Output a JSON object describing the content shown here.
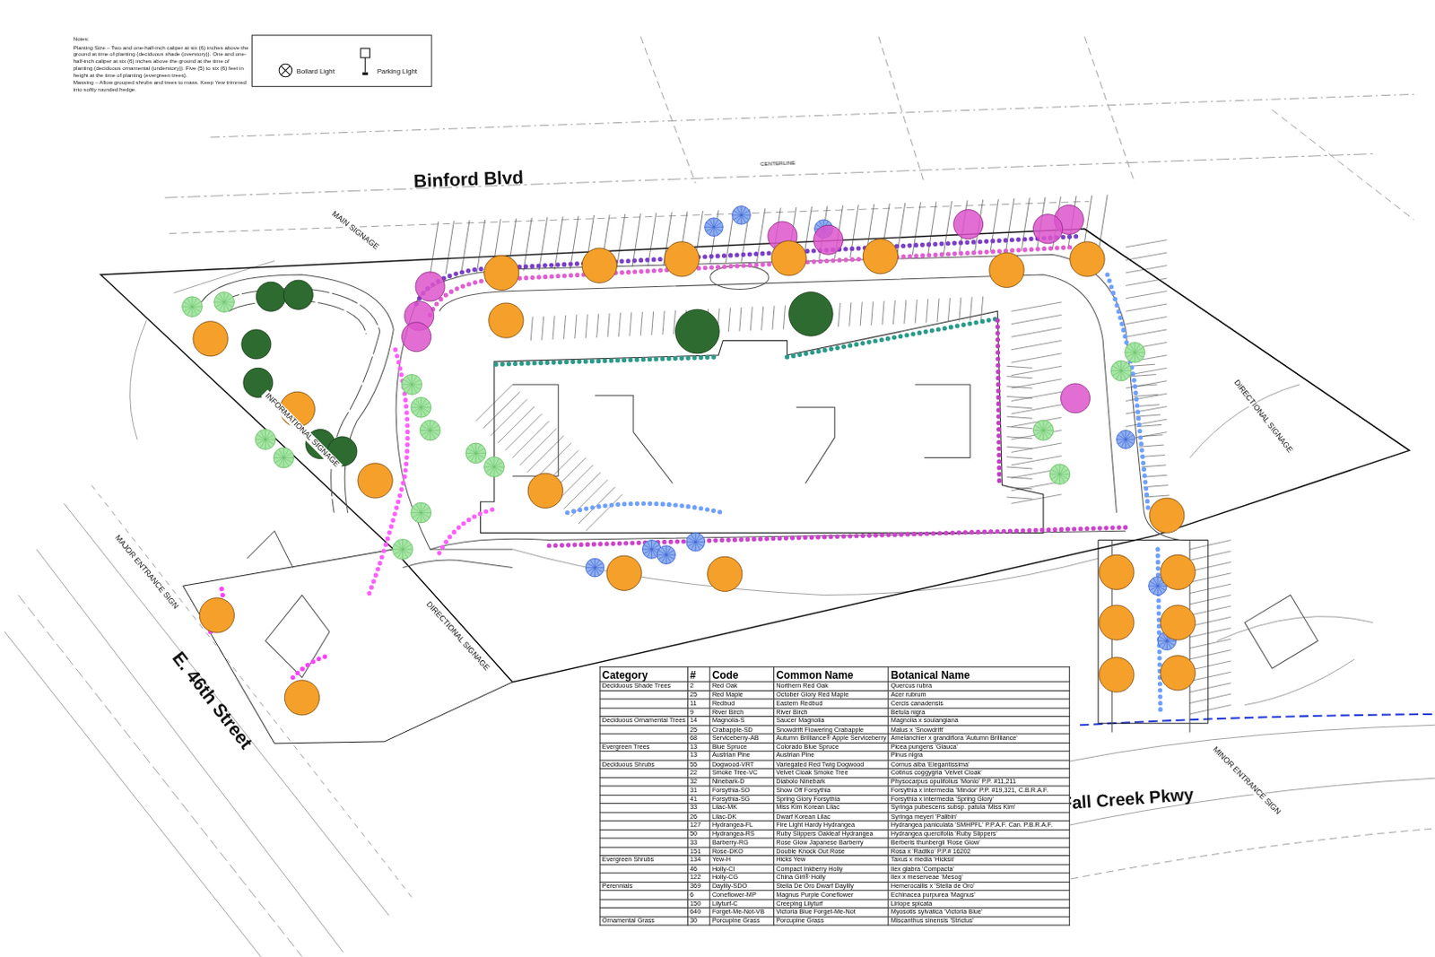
{
  "diagram": {
    "labels": [
      "Notes:",
      "Planting Size – Two and one-half-inch caliper at six (6) inches above the ground at time of planting (deciduous shade (overstory)). One and one-half-inch caliper at six (6) inches above the ground at the time of planting (deciduous ornamental (understory)). Five (5) to six (6) feet in height at the time of planting (evergreen trees).",
      "Massing – Allow grouped shrubs and trees to mass. Keep Yew trimmed into softly rounded hedge.",
      "CENTERLINE",
      "Binford Blvd",
      "MAIN SIGNAGE",
      "INFORMATIONAL SIGNAGE",
      "MAJOR ENTRANCE SIGN",
      "E. 46th Street",
      "DIRECTIONAL SIGNAGE",
      "DIRECTIONAL SIGNAGE",
      "MINOR ENTRANCE SIGN",
      "Fall Creek Pkwy",
      "Category",
      "#",
      "Code",
      "Common Name",
      "Botanical Name",
      "Deciduous Shade Trees",
      "2",
      "Red Oak",
      "Northern Red Oak",
      "Quercus rubra",
      "25",
      "Red Maple",
      "October Glory Red Maple",
      "Acer rubrum",
      "11",
      "Redbud",
      "Eastern Redbud",
      "Cercis canadensis",
      "9",
      "River Birch",
      "River Birch",
      "Betula nigra",
      "Deciduous Ornamental Trees",
      "14",
      "Magnolia-S",
      "Saucer Magnolia",
      "Magnolia x soulangiana",
      "25",
      "Crabapple-SD",
      "Snowdrift Flowering Crabapple",
      "Malus x 'Snowdrift'",
      "68",
      "Serviceberry-AB",
      "Autumn Brilliance® Apple Serviceberry",
      "Amelanchier x grandiflora 'Autumn Brilliance'",
      "Evergreen Trees",
      "13",
      "Blue Spruce",
      "Colorado Blue Spruce",
      "Picea pungens 'Glauca'",
      "13",
      "Austrian Pine",
      "Austrian Pine",
      "Pinus nigra",
      "Deciduous Shrubs",
      "55",
      "Dogwood-VRT",
      "Variegated Red Twig Dogwood",
      "Cornus alba 'Elegantissima'",
      "22",
      "Smoke Tree-VC",
      "Velvet Cloak Smoke Tree",
      "Cotinus coggygria 'Velvet Cloak'",
      "32",
      "Ninebark-D",
      "Diabolo Ninebark",
      "Physocarpus opulifolius 'Monlo' P.P. #11,211",
      "31",
      "Forsythia-SO",
      "Show Off Forsythia",
      "Forsythia x intermedia 'Mindor' P.P. #19,321, C.B.R.A.F.",
      "41",
      "Forsythia-SG",
      "Spring Glory Forsythia",
      "Forsythia x intermedia 'Spring Glory'",
      "33",
      "Lilac-MK",
      "Miss Kim Korean Lilac",
      "Syringa pubescens subsp. patula 'Miss Kim'",
      "26",
      "Lilac-DK",
      "Dwarf Korean Lilac",
      "Syringa meyeri 'Palibin'",
      "127",
      "Hydrangea-FL",
      "Fire Light Hardy Hydrangea",
      "Hydrangea paniculata 'SMHPFL' P.P.A.F. Can. P.B.R.A.F.",
      "50",
      "Hydrangea-RS",
      "Ruby Slippers Oakleaf Hydrangea",
      "Hydrangea quercifolia 'Ruby Slippers'",
      "33",
      "Barberry-RG",
      "Rose Glow Japanese Barberry",
      "Berberis thunbergii 'Rose Glow'",
      "151",
      "Rose-DKO",
      "Double Knock Out Rose",
      "Rosa x 'Radtko' P.P.# 16202",
      "Evergreen Shrubs",
      "134",
      "Yew-H",
      "Hicks Yew",
      "Taxus x media 'Hicksii'",
      "46",
      "Holly-CI",
      "Compact Inkberry Holly",
      "Ilex glabra 'Compacta'",
      "122",
      "Holly-CG",
      "China Girl® Holly",
      "Ilex x meserveae 'Mesog'",
      "Perennials",
      "369",
      "Daylily-SDO",
      "Stella De Oro Dwarf Daylily",
      "Hemerocallis x 'Stella de Oro'",
      "6",
      "Coneflower-MP",
      "Magnus Purple Coneflower",
      "Echinacea purpurea 'Magnus'",
      "150",
      "Lilyturf-C",
      "Creeping Lilyturf",
      "Liriope spicata",
      "640",
      "Forget-Me-Not-VB",
      "Victoria Blue Forget-Me-Not",
      "Myosotis sylvatica 'Victoria Blue'",
      "Ornamental Grass",
      "30",
      "Porcupine Grass",
      "Porcupine Grass",
      "Miscanthus sinensis 'Strictus'"
    ],
    "legend": [
      {
        "text": "Bollard Light"
      },
      {
        "text": "Parking Light"
      }
    ]
  }
}
